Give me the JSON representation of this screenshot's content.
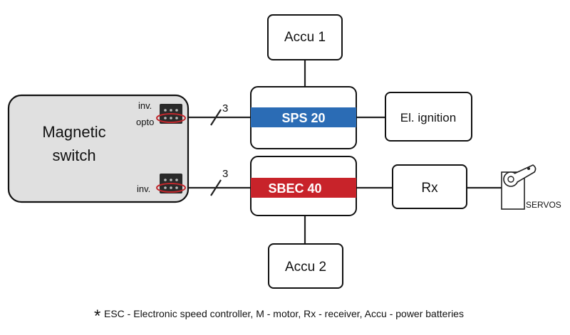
{
  "nodes": {
    "accu1": "Accu 1",
    "accu2": "Accu 2",
    "sps": "SPS 20",
    "sbec": "SBEC 40",
    "ignition": "El. ignition",
    "rx": "Rx",
    "switch_line1": "Magnetic",
    "switch_line2": "switch",
    "servos": "SERVOS"
  },
  "connector_labels": {
    "top_inv": "inv.",
    "top_opto": "opto",
    "bottom_inv": "inv."
  },
  "wire_counts": {
    "top": "3",
    "bottom": "3"
  },
  "footnote": {
    "star": "*",
    "text": "ESC - Electronic speed controller, M - motor, Rx - receiver, Accu - power batteries"
  },
  "colors": {
    "sps_band": "#2b6cb5",
    "sbec_band": "#c8232a",
    "switch_fill": "#e0e0e0",
    "connector_ring": "#c0282d"
  },
  "icons": {
    "servo": "servo-icon",
    "connector": "pin-header-icon"
  }
}
